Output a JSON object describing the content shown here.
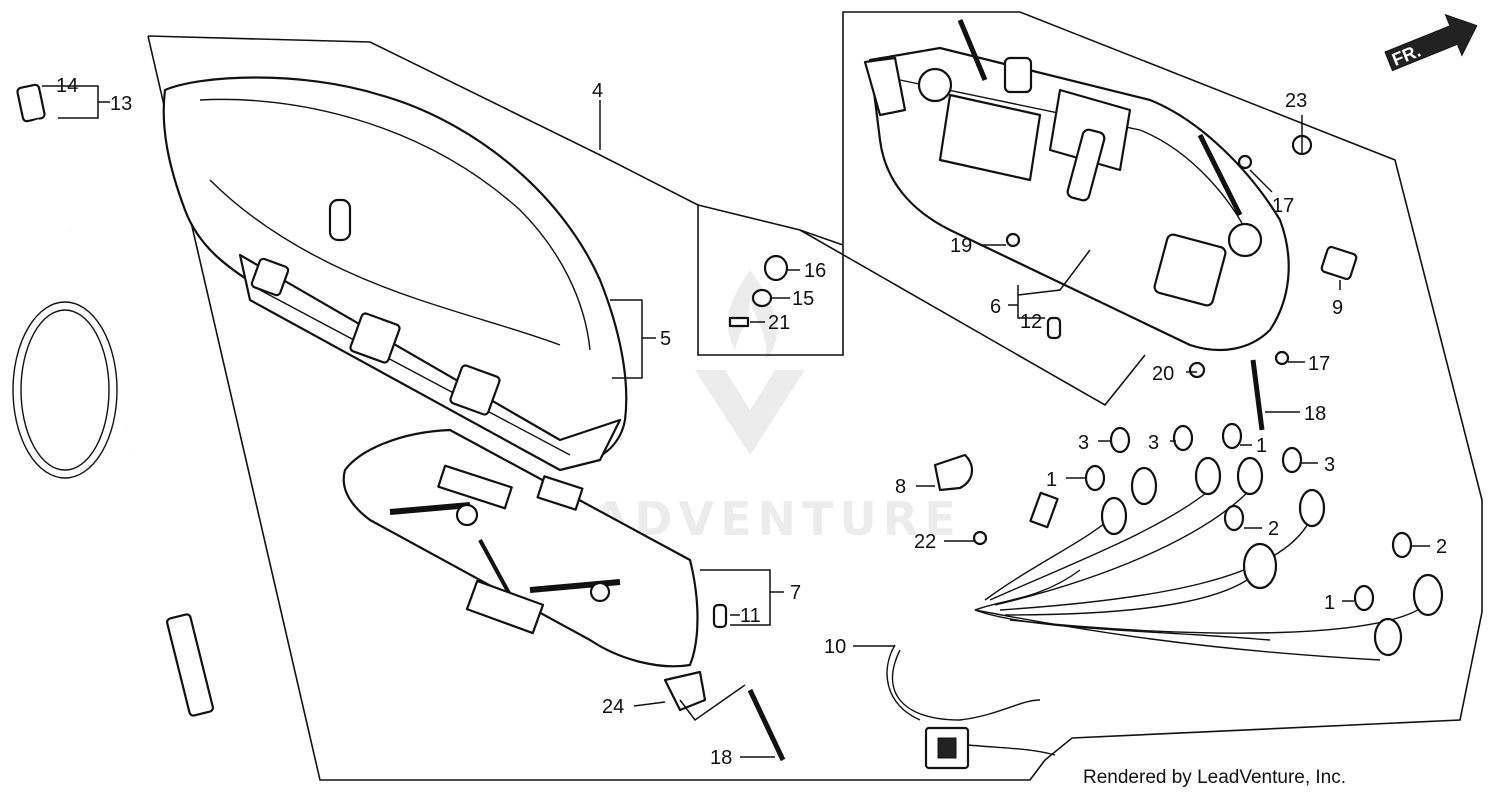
{
  "diagram": {
    "direction_label": "FR.",
    "credit": "Rendered by LeadVenture, Inc.",
    "watermark": "LEADVENTURE",
    "callouts": {
      "c1a": "1",
      "c1b": "1",
      "c1c": "1",
      "c2a": "2",
      "c2b": "2",
      "c3a": "3",
      "c3b": "3",
      "c3c": "3",
      "c4": "4",
      "c5": "5",
      "c6": "6",
      "c7": "7",
      "c8": "8",
      "c9": "9",
      "c10": "10",
      "c11": "11",
      "c12": "12",
      "c13": "13",
      "c14": "14",
      "c15": "15",
      "c16": "16",
      "c17a": "17",
      "c17b": "17",
      "c18a": "18",
      "c18b": "18",
      "c19": "19",
      "c20": "20",
      "c21": "21",
      "c22": "22",
      "c23": "23",
      "c24": "24"
    }
  }
}
